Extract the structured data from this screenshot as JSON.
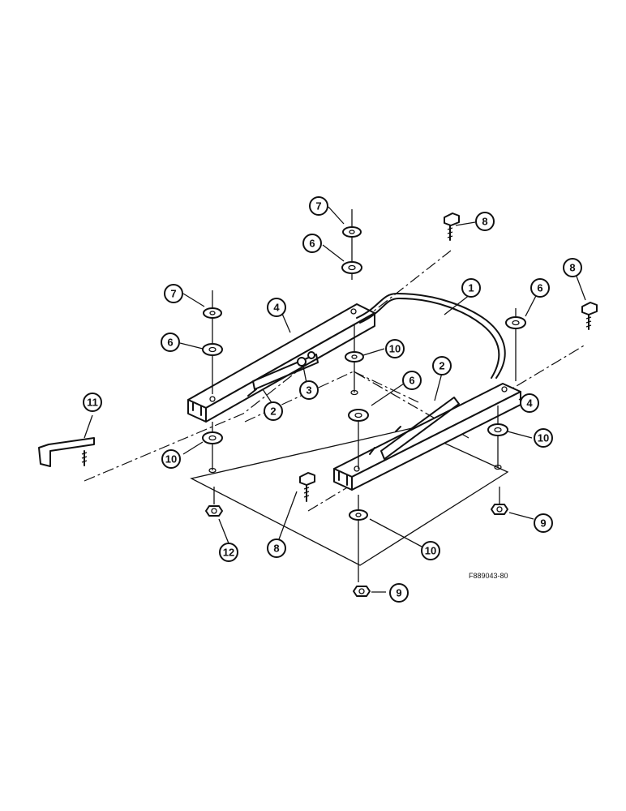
{
  "callouts": {
    "c1": "1",
    "c2a": "2",
    "c2b": "2",
    "c3": "3",
    "c4a": "4",
    "c4b": "4",
    "c6a": "6",
    "c6b": "6",
    "c6c": "6",
    "c6d": "6",
    "c7a": "7",
    "c7b": "7",
    "c8a": "8",
    "c8b": "8",
    "c8c": "8",
    "c9a": "9",
    "c9b": "9",
    "c10a": "10",
    "c10b": "10",
    "c10c": "10",
    "c10d": "10",
    "c11": "11",
    "c12": "12"
  },
  "reference_code": "F889043-80"
}
